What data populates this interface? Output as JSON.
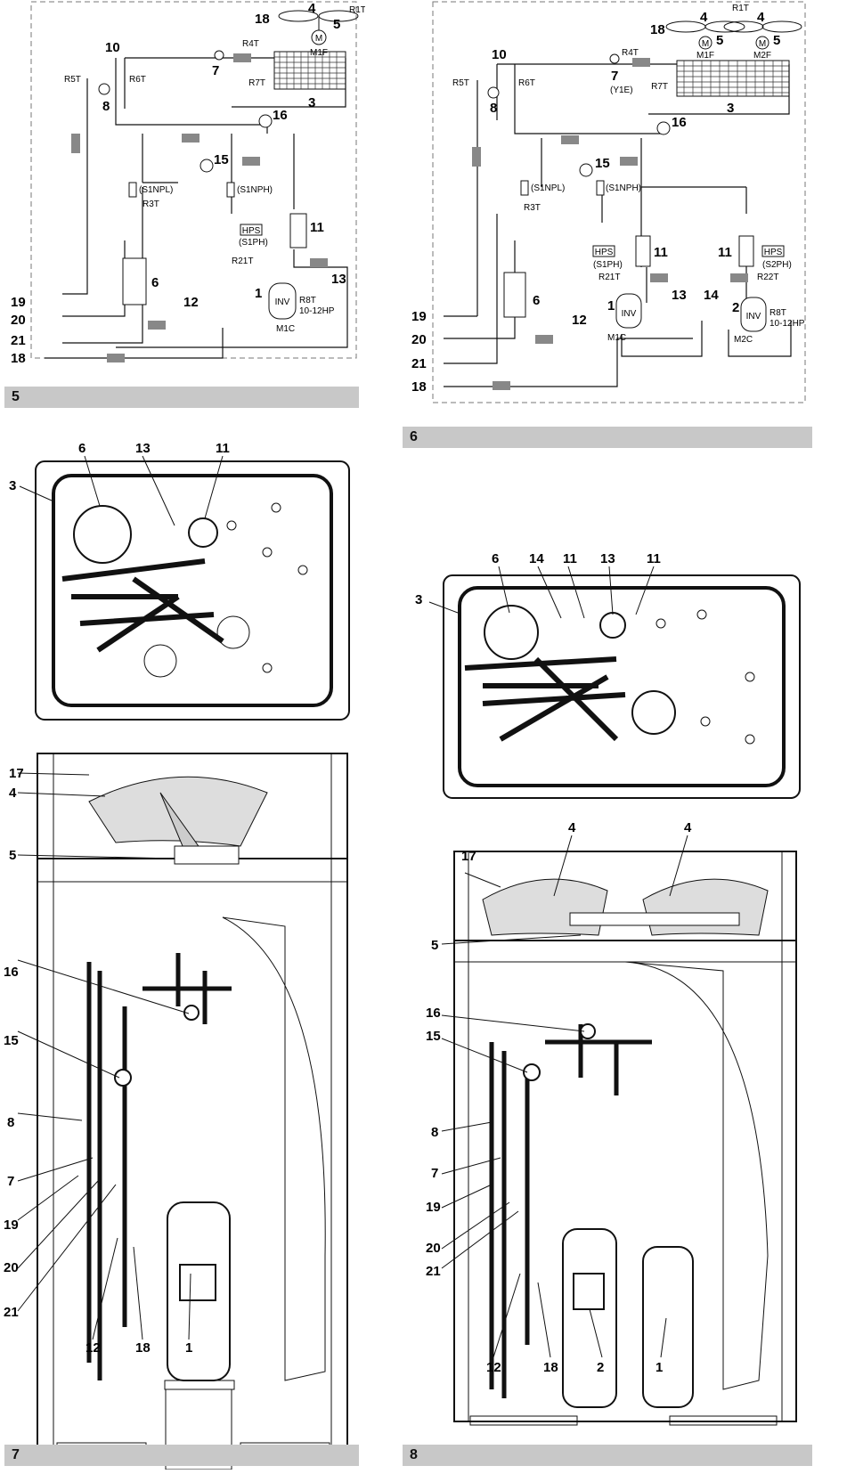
{
  "figures": [
    {
      "number": "5",
      "schematic_labels": {
        "sensors": [
          "R1T",
          "R4T",
          "R5T",
          "R6T",
          "R7T",
          "R3T",
          "R21T",
          "R8T"
        ],
        "switches": [
          "(S1NPL)",
          "(S1NPH)",
          "(S1PH)"
        ],
        "hps": "HPS",
        "motor": "M1F",
        "motor_symbol": "M",
        "compressor": "M1C",
        "inv": "INV",
        "hp_range": "10-12HP",
        "numbers": [
          "1",
          "3",
          "4",
          "5",
          "6",
          "7",
          "8",
          "10",
          "11",
          "12",
          "13",
          "15",
          "16",
          "18",
          "19",
          "20",
          "21"
        ]
      }
    },
    {
      "number": "6",
      "schematic_labels": {
        "sensors": [
          "R1T",
          "R4T",
          "R5T",
          "R6T",
          "R7T",
          "R3T",
          "R21T",
          "R22T",
          "R8T"
        ],
        "switches": [
          "(S1NPL)",
          "(S1NPH)",
          "(S1PH)",
          "(S2PH)"
        ],
        "hps": "HPS",
        "motors": [
          "M1F",
          "M2F"
        ],
        "motor_symbol": "M",
        "compressors": [
          "M1C",
          "M2C"
        ],
        "inv": "INV",
        "hp_range": "10-12HP",
        "valve_note": "(Y1E)",
        "numbers": [
          "1",
          "2",
          "3",
          "4",
          "5",
          "6",
          "7",
          "8",
          "10",
          "11",
          "12",
          "13",
          "14",
          "15",
          "16",
          "18",
          "19",
          "20",
          "21"
        ]
      }
    },
    {
      "number": "7",
      "top_view_callouts": [
        "3",
        "6",
        "13",
        "11"
      ],
      "front_view_callouts": [
        "17",
        "4",
        "5",
        "16",
        "15",
        "8",
        "7",
        "19",
        "20",
        "21",
        "12",
        "18",
        "1"
      ]
    },
    {
      "number": "8",
      "top_view_callouts": [
        "3",
        "6",
        "14",
        "11",
        "13",
        "11"
      ],
      "front_view_callouts": [
        "17",
        "4",
        "4",
        "5",
        "16",
        "15",
        "8",
        "7",
        "19",
        "20",
        "21",
        "12",
        "18",
        "2",
        "1"
      ]
    }
  ]
}
